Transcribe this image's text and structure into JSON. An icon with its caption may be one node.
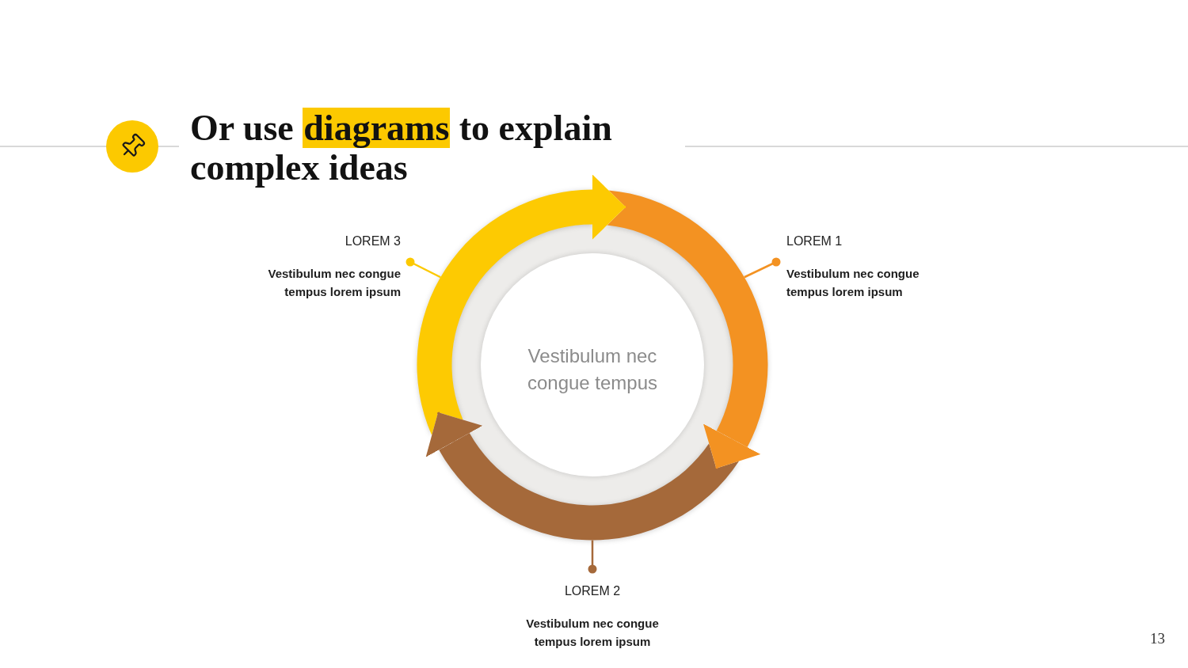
{
  "diagram": {
    "title": "Or use **diagrams** to explain complex ideas",
    "nodes": [
      {
        "text": [
          "LOREM 3",
          "Vestibulum nec congue tempus lorem ipsum"
        ]
      },
      {
        "text": [
          "LOREM 1",
          "Vestibulum nec congue tempus lorem ipsum"
        ]
      },
      {
        "text": [
          "Vestibulum nec congue tempus"
        ]
      },
      {
        "text": [
          "LOREM 2",
          "Vestibulum nec congue tempus lorem ipsum"
        ]
      },
      {
        "text": [],
        "shape": "arc"
      },
      {
        "text": [],
        "shape": "arc"
      },
      {
        "text": [],
        "shape": "arc"
      }
    ],
    "edges": [
      {
        "from": 0,
        "to": 4,
        "arrow": "other",
        "color": "#fcc900"
      },
      {
        "from": 1,
        "to": 5,
        "arrow": "other",
        "color": "#f39222"
      },
      {
        "from": 3,
        "to": 6,
        "arrow": "other",
        "color": "#a5693a"
      },
      {
        "from": 4,
        "to": 5,
        "arrow": "to"
      },
      {
        "from": 5,
        "to": 6,
        "arrow": "to"
      },
      {
        "from": 6,
        "to": 4,
        "arrow": "to"
      }
    ],
    "labels": [
      "13"
    ]
  }
}
